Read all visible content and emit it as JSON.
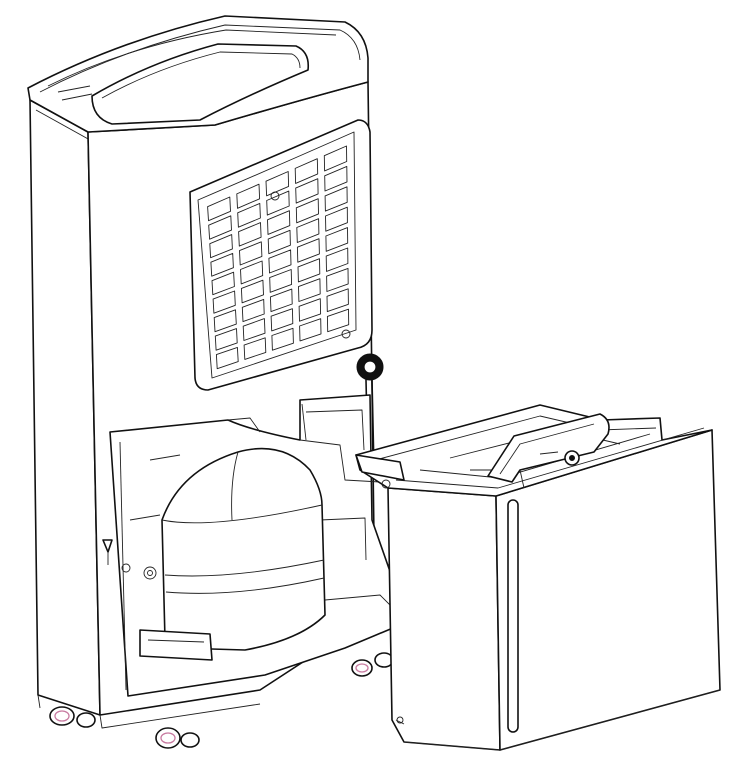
{
  "figure": {
    "subject": "dehumidifier-with-removed-water-tank",
    "colors": {
      "line": "#111111",
      "background": "#ffffff",
      "caster_accent": "#c87aa0"
    },
    "components": [
      "main-unit",
      "top-handle",
      "rear-air-grille",
      "drain-knob",
      "compressor",
      "water-tank",
      "tank-handle",
      "level-window",
      "casters"
    ]
  }
}
